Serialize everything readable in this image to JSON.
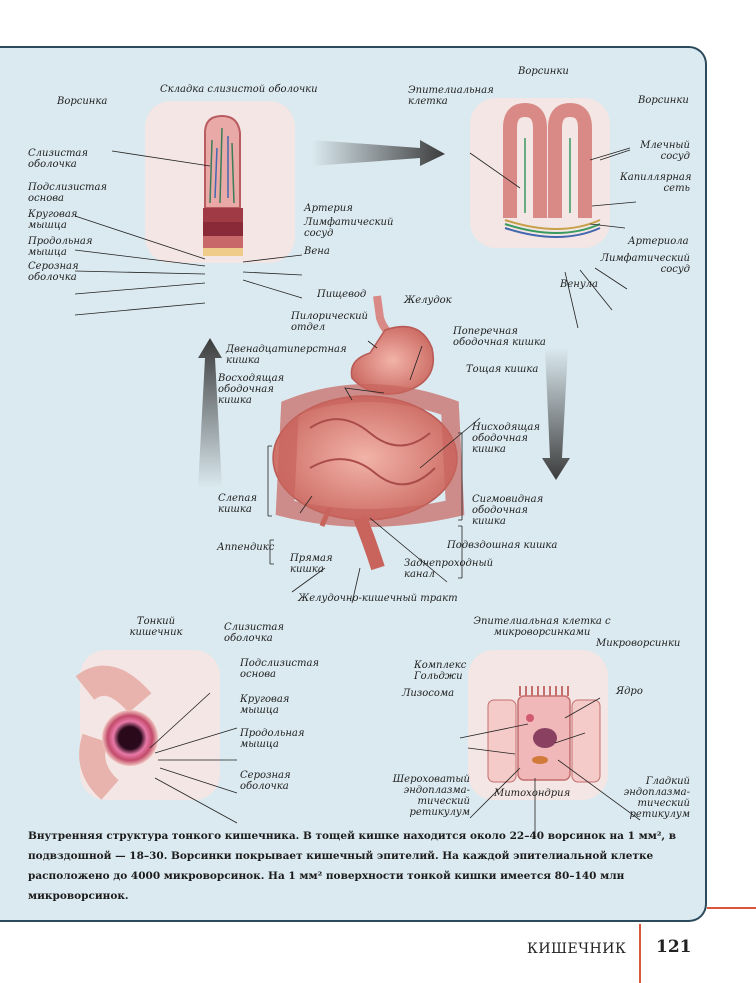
{
  "villus_fold": {
    "title": "Складка слизистой оболочки",
    "villus": "Ворсинка",
    "mucosa": "Слизистая оболочка",
    "submucosa": "Подслизистая основа",
    "circular_muscle": "Круговая мышца",
    "longitudinal_muscle": "Продольная мышца",
    "serosa": "Серозная оболочка",
    "artery": "Артерия",
    "lymph_vessel": "Лимфатический сосуд",
    "vein": "Вена"
  },
  "villi": {
    "title": "Ворсинки",
    "epithelial_cell": "Эпителиальная клетка",
    "villi": "Ворсинки",
    "lacteal": "Млечный сосуд",
    "capillary_net": "Капиллярная сеть",
    "arteriole": "Артериола",
    "lymph_vessel": "Лимфатический сосуд",
    "venule": "Венула"
  },
  "gi_tract": {
    "title": "Желудочно-кишечный тракт",
    "esophagus": "Пищевод",
    "stomach": "Желудок",
    "pyloric": "Пилорический отдел",
    "duodenum": "Двенадцатиперстная кишка",
    "transverse_colon": "Поперечная ободочная кишка",
    "ascending_colon": "Восходящая ободочная кишка",
    "jejunum": "Тощая кишка",
    "descending_colon": "Нисходящая ободочная кишка",
    "cecum": "Слепая кишка",
    "sigmoid_colon": "Сигмовидная ободочная кишка",
    "appendix": "Аппендикс",
    "ileum": "Подвздошная кишка",
    "rectum": "Прямая кишка",
    "anal_canal": "Заднепроходный канал"
  },
  "small_intestine": {
    "title": "Тонкий кишечник",
    "mucosa": "Слизистая оболочка",
    "submucosa": "Подслизистая основа",
    "circular_muscle": "Круговая мышца",
    "longitudinal_muscle": "Продольная мышца",
    "serosa": "Серозная оболочка"
  },
  "epithelial_cell": {
    "title": "Эпителиальная клетка с микроворсинками",
    "microvilli": "Микроворсинки",
    "golgi": "Комплекс Гольджи",
    "nucleus": "Ядро",
    "lysosome": "Лизосома",
    "rough_er": "Шероховатый эндоплазма-тический ретикулум",
    "mitochondria": "Митохондрия",
    "smooth_er": "Гладкий эндоплазма-тический ретикулум"
  },
  "caption": "Внутренняя структура тонкого кишечника. В тощей кишке находится около 22–40 ворсинок на 1 мм², в подвздошной — 18–30. Ворсинки покрывает кишечный эпителий. На каждой эпителиальной клетке расположено до 4000 микроворсинок. На 1 мм² поверхности тонкой кишки имеется 80–140 млн микроворсинок.",
  "footer": {
    "section": "КИШЕЧНИК",
    "page": "121"
  },
  "colors": {
    "panel": "#dbeaf0",
    "border": "#2d4a5c",
    "accent": "#d9583b",
    "tissue": "#d98a86"
  }
}
